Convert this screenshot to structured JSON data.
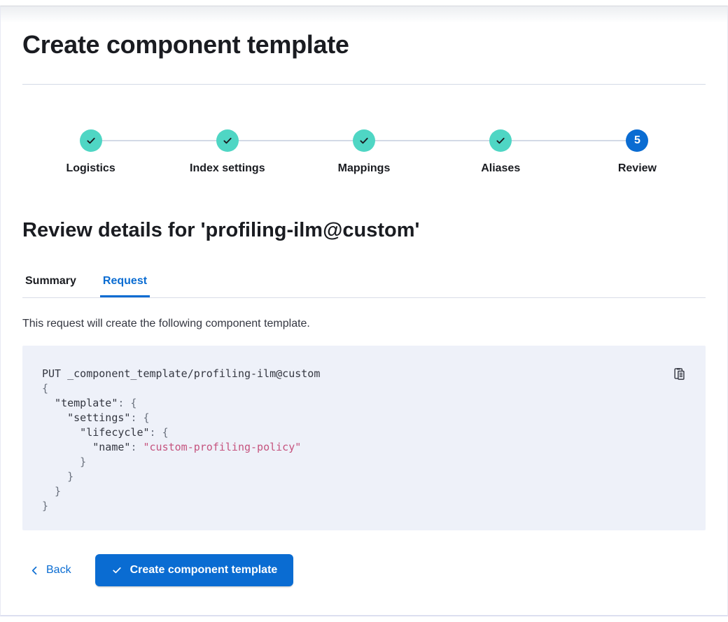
{
  "colors": {
    "accent_blue": "#0a6cd2",
    "success_teal": "#4fd6c4",
    "check_ink": "#1a1c21",
    "text_dark": "#1a1c21",
    "text_body": "#343741",
    "code_punct_gray": "#69707d",
    "code_string_pink": "#c5537e",
    "code_background": "#eef1f9",
    "divider_gray": "#d3dae6"
  },
  "page": {
    "title": "Create component template"
  },
  "stepper": {
    "steps": [
      {
        "label": "Logistics",
        "status": "complete",
        "icon": "check-icon"
      },
      {
        "label": "Index settings",
        "status": "complete",
        "icon": "check-icon"
      },
      {
        "label": "Mappings",
        "status": "complete",
        "icon": "check-icon"
      },
      {
        "label": "Aliases",
        "status": "complete",
        "icon": "check-icon"
      },
      {
        "label": "Review",
        "status": "current",
        "number": "5"
      }
    ]
  },
  "review": {
    "heading": "Review details for 'profiling-ilm@custom'",
    "tabs": [
      {
        "label": "Summary",
        "active": false
      },
      {
        "label": "Request",
        "active": true
      }
    ],
    "description": "This request will create the following component template."
  },
  "code_block": {
    "copy_icon": "copy-clipboard-icon",
    "lines": [
      [
        {
          "t": "PUT _component_template/profiling-ilm@custom",
          "k": "plain"
        }
      ],
      [
        {
          "t": "{",
          "k": "punct"
        }
      ],
      [
        {
          "t": "  \"template\"",
          "k": "plain"
        },
        {
          "t": ": {",
          "k": "punct"
        }
      ],
      [
        {
          "t": "    \"settings\"",
          "k": "plain"
        },
        {
          "t": ": {",
          "k": "punct"
        }
      ],
      [
        {
          "t": "      \"lifecycle\"",
          "k": "plain"
        },
        {
          "t": ": {",
          "k": "punct"
        }
      ],
      [
        {
          "t": "        \"name\"",
          "k": "plain"
        },
        {
          "t": ": ",
          "k": "punct"
        },
        {
          "t": "\"custom-profiling-policy\"",
          "k": "string"
        }
      ],
      [
        {
          "t": "      }",
          "k": "punct"
        }
      ],
      [
        {
          "t": "    }",
          "k": "punct"
        }
      ],
      [
        {
          "t": "  }",
          "k": "punct"
        }
      ],
      [
        {
          "t": "}",
          "k": "punct"
        }
      ]
    ]
  },
  "footer": {
    "back_label": "Back",
    "back_icon": "chevron-left-icon",
    "create_label": "Create component template",
    "create_icon": "check-icon"
  }
}
